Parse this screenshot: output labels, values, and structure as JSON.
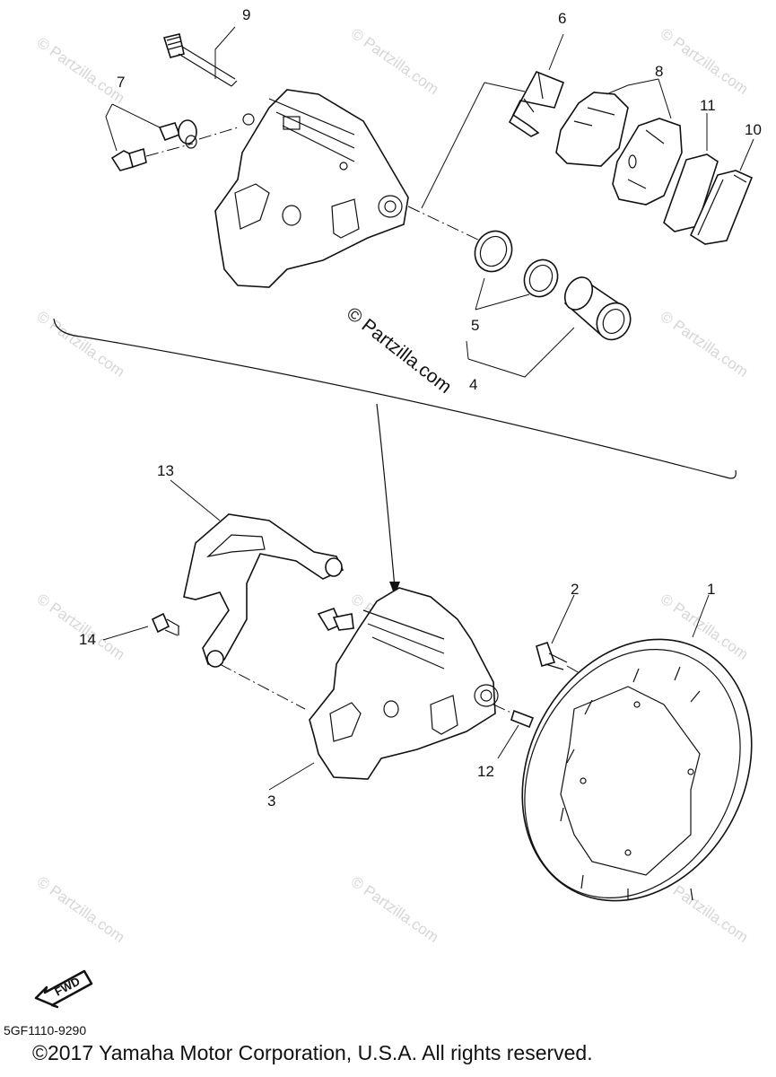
{
  "callouts": {
    "c1": "1",
    "c2": "2",
    "c3": "3",
    "c4": "4",
    "c5": "5",
    "c6": "6",
    "c7": "7",
    "c8": "8",
    "c9": "9",
    "c10": "10",
    "c11": "11",
    "c12": "12",
    "c13": "13",
    "c14": "14"
  },
  "watermark": "© Partzilla.com",
  "center_watermark": "© Partzilla.com",
  "direction_badge": "FWD",
  "diagram_code": "5GF1110-9290",
  "copyright": "©2017 Yamaha Motor Corporation, U.S.A. All rights reserved."
}
